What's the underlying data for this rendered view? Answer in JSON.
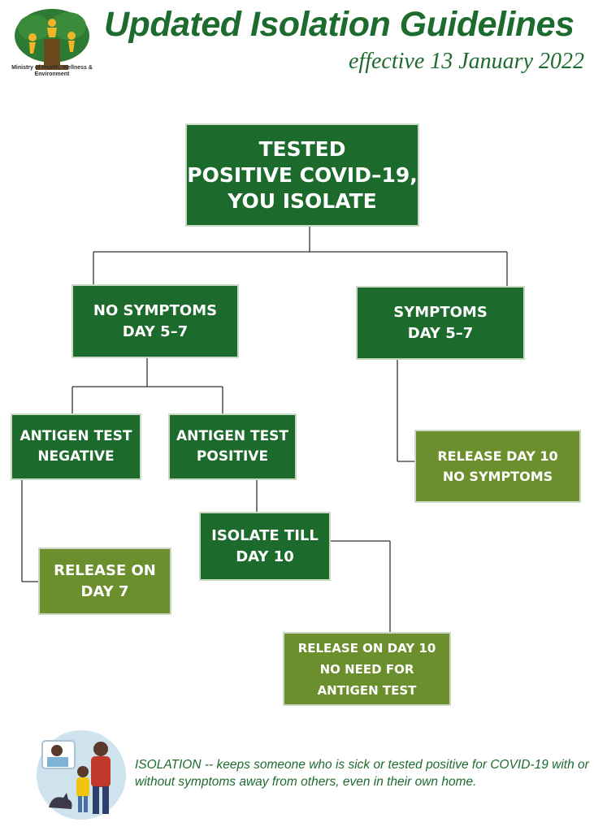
{
  "header": {
    "title": "Updated Isolation Guidelines",
    "subtitle": "effective 13 January 2022",
    "logo_caption": "Ministry of Health, Wellness & Environment"
  },
  "flow": {
    "root": "TESTED\nPOSITIVE COVID–19,\nYOU ISOLATE",
    "no_symptoms": "NO SYMPTOMS\nDAY 5–7",
    "symptoms": "SYMPTOMS\nDAY 5–7",
    "antigen_negative": "ANTIGEN TEST\nNEGATIVE",
    "antigen_positive": "ANTIGEN TEST\nPOSITIVE",
    "release_day7": "RELEASE ON\nDAY 7",
    "isolate_day10": "ISOLATE TILL\nDAY 10",
    "release_day10_no_symptoms": "RELEASE DAY 10\nNO SYMPTOMS",
    "release_day10_no_test": "RELEASE ON DAY 10\nNO NEED FOR\nANTIGEN TEST"
  },
  "footer": {
    "definition": "ISOLATION -- keeps someone who is sick or tested positive for COVID-19 with or without symptoms away from others, even in their own home."
  },
  "colors": {
    "dark_green": "#1c6a2c",
    "olive_green": "#6b8f2c",
    "title_green": "#1d6b2e"
  }
}
